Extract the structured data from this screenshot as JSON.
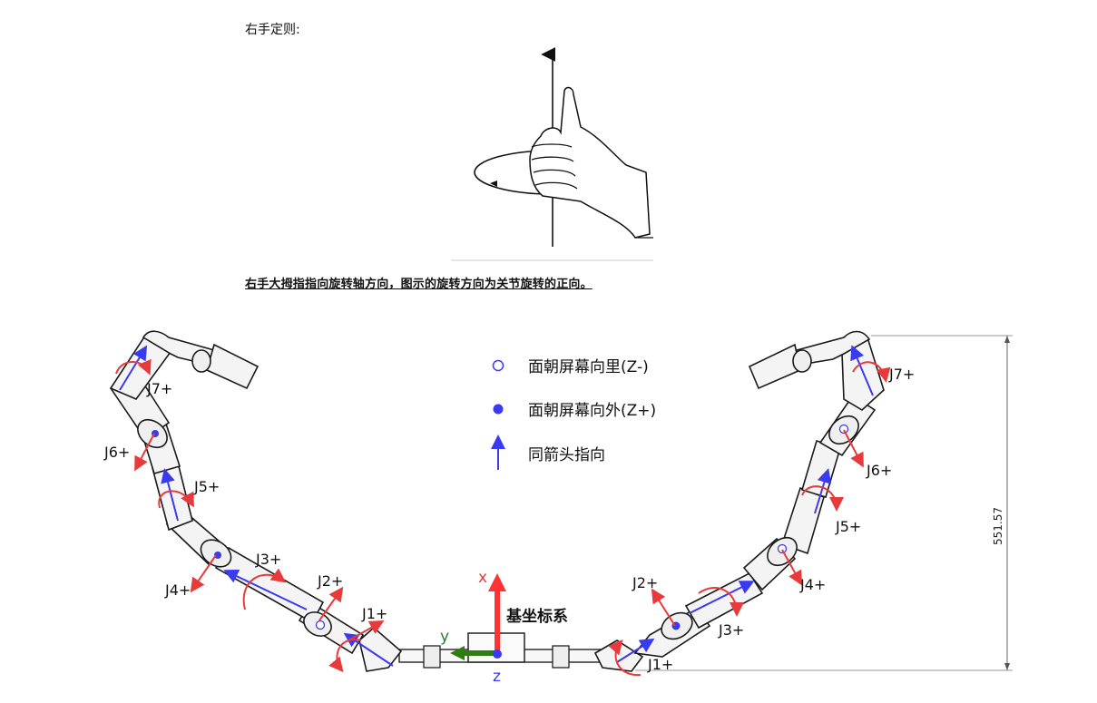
{
  "heading": "右手定则:",
  "caption": "右手大拇指指向旋转轴方向，图示的旋转方向为关节旋转的正向。",
  "legend": {
    "items": [
      {
        "symbol": "hollow-circle",
        "label": "面朝屏幕向里(Z-)"
      },
      {
        "symbol": "filled-circle",
        "label": "面朝屏幕向外(Z+)"
      },
      {
        "symbol": "up-arrow",
        "label": "同箭头指向"
      }
    ]
  },
  "base_frame": {
    "label": "基坐标系",
    "x": "x",
    "y": "y",
    "z": "z"
  },
  "dimension": "551.57",
  "left_arm": {
    "joints": [
      "J1+",
      "J2+",
      "J3+",
      "J4+",
      "J5+",
      "J6+",
      "J7+"
    ]
  },
  "right_arm": {
    "joints": [
      "J1+",
      "J2+",
      "J3+",
      "J4+",
      "J5+",
      "J6+",
      "J7+"
    ]
  },
  "colors": {
    "rotation": "#e83a3a",
    "axis_arrow": "#3a3af0",
    "x_axis": "#ff3333",
    "y_axis": "#2e7d10",
    "z_axis": "#3a3af0"
  }
}
